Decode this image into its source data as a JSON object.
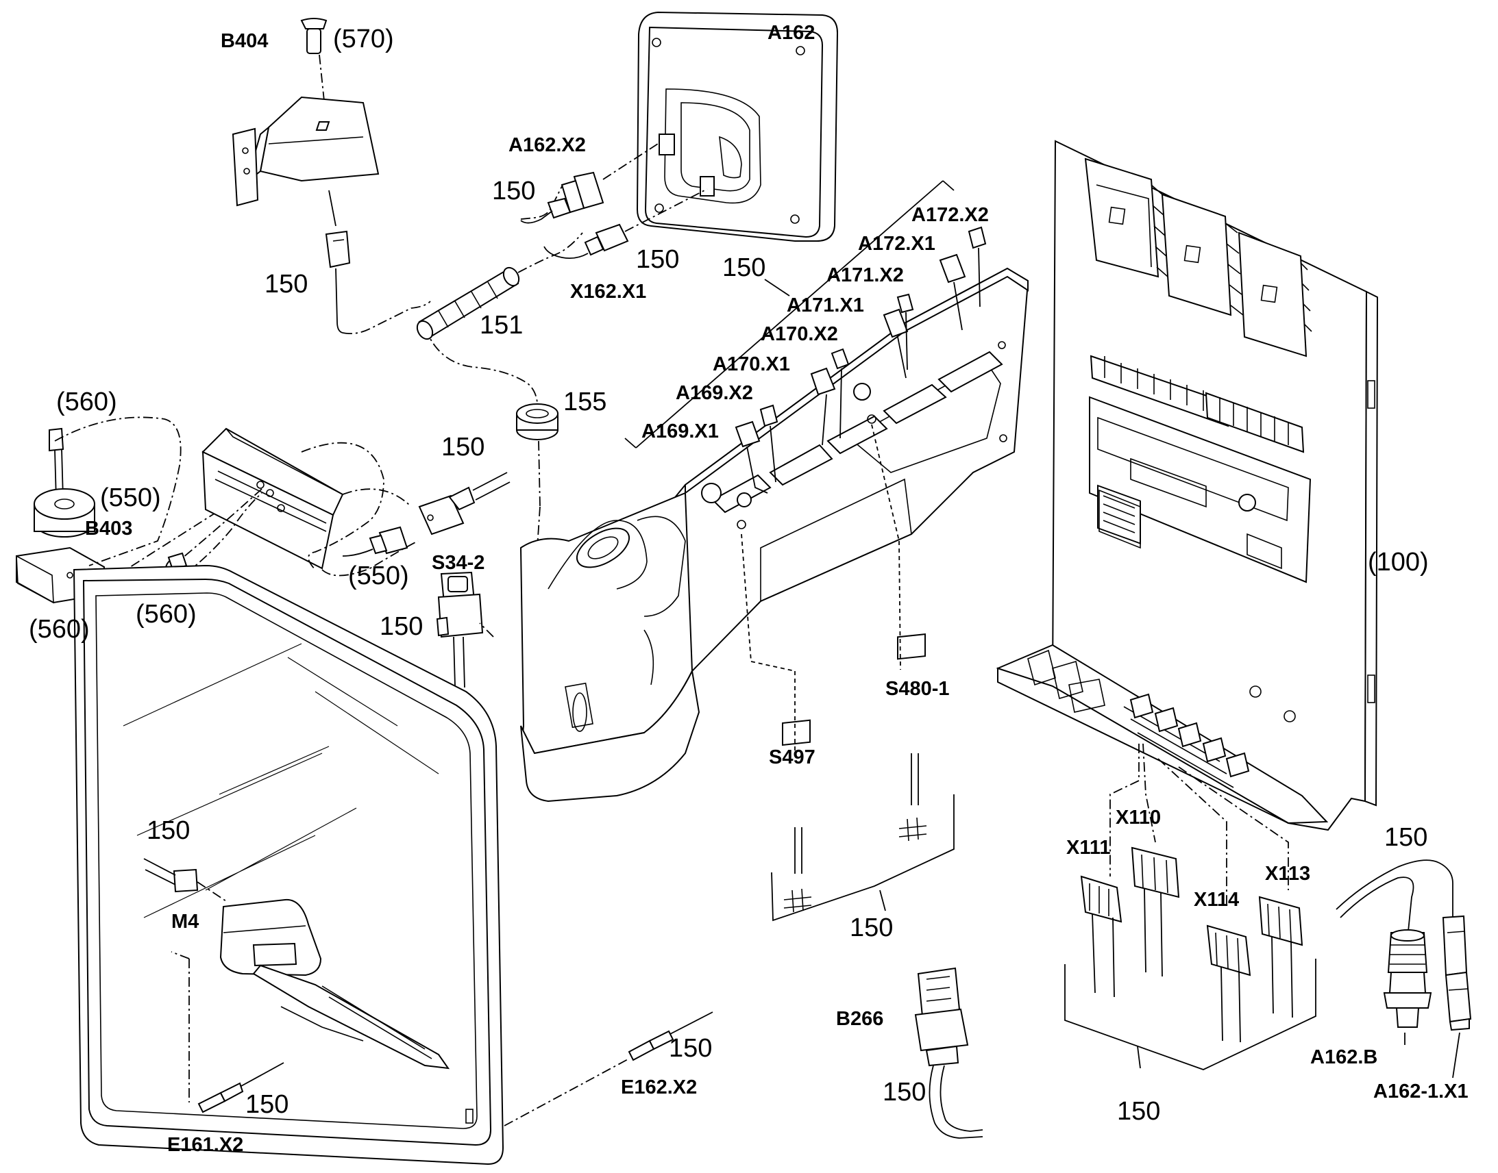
{
  "labels": {
    "b404": "B404",
    "p570": "(570)",
    "a162": "A162",
    "a162_x2": "A162.X2",
    "n150_a": "150",
    "n150_b": "150",
    "n150_c": "150",
    "x162_x1": "X162.X1",
    "n151": "151",
    "n150_d": "150",
    "a172_x2": "A172.X2",
    "a172_x1": "A172.X1",
    "a171_x2": "A171.X2",
    "a171_x1": "A171.X1",
    "a170_x2": "A170.X2",
    "a170_x1": "A170.X1",
    "a169_x2": "A169.X2",
    "a169_x1": "A169.X1",
    "n155": "155",
    "p560_a": "(560)",
    "p550_a": "(550)",
    "b403": "B403",
    "p560_b": "(560)",
    "p560_c": "(560)",
    "n150_e": "150",
    "p550_b": "(550)",
    "s34_2": "S34-2",
    "n150_f": "150",
    "p100": "(100)",
    "s480_1": "S480-1",
    "s497": "S497",
    "n150_g": "150",
    "m4": "M4",
    "x110": "X110",
    "x111": "X111",
    "x113": "X113",
    "x114": "X114",
    "n150_h": "150",
    "n150_i": "150",
    "b266": "B266",
    "n150_j": "150",
    "n150_k": "150",
    "e162_x2": "E162.X2",
    "n150_l": "150",
    "e161_x2": "E161.X2",
    "n150_m": "150",
    "a162_b": "A162.B",
    "a162_1_x1": "A162-1.X1"
  }
}
